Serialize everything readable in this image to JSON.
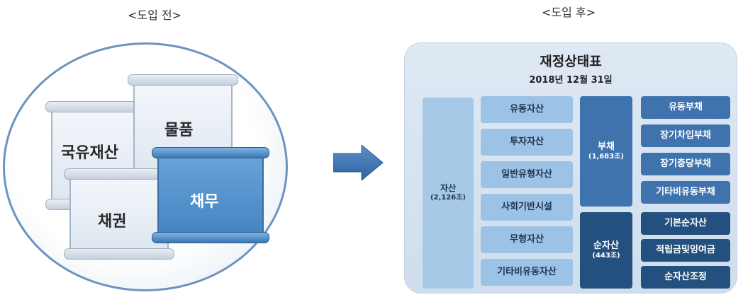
{
  "before": {
    "caption": "<도입 전>",
    "items": [
      {
        "label": "국유재산"
      },
      {
        "label": "물품"
      },
      {
        "label": "채권"
      },
      {
        "label": "채무"
      }
    ]
  },
  "after": {
    "caption": "<도입 후>",
    "title": "재정상태표",
    "date": "2018년 12월 31일",
    "assets": {
      "label": "자산",
      "amount": "(2,126조)"
    },
    "asset_items": [
      "유동자산",
      "투자자산",
      "일반유형자산",
      "사회기반시설",
      "무형자산",
      "기타비유동자산"
    ],
    "liabilities": {
      "label": "부채",
      "amount": "(1,683조)"
    },
    "liability_items": [
      "유동부채",
      "장기차입부채",
      "장기충당부채",
      "기타비유동부채"
    ],
    "net_assets": {
      "label": "순자산",
      "amount": "(443조)"
    },
    "net_asset_items": [
      "기본순자산",
      "적립금및잉여금",
      "순자산조정"
    ]
  },
  "colors": {
    "light_blue": "#9cc2e5",
    "mid_blue": "#3f73ad",
    "dark_blue": "#24507f",
    "panel": "#dfe9f4"
  }
}
